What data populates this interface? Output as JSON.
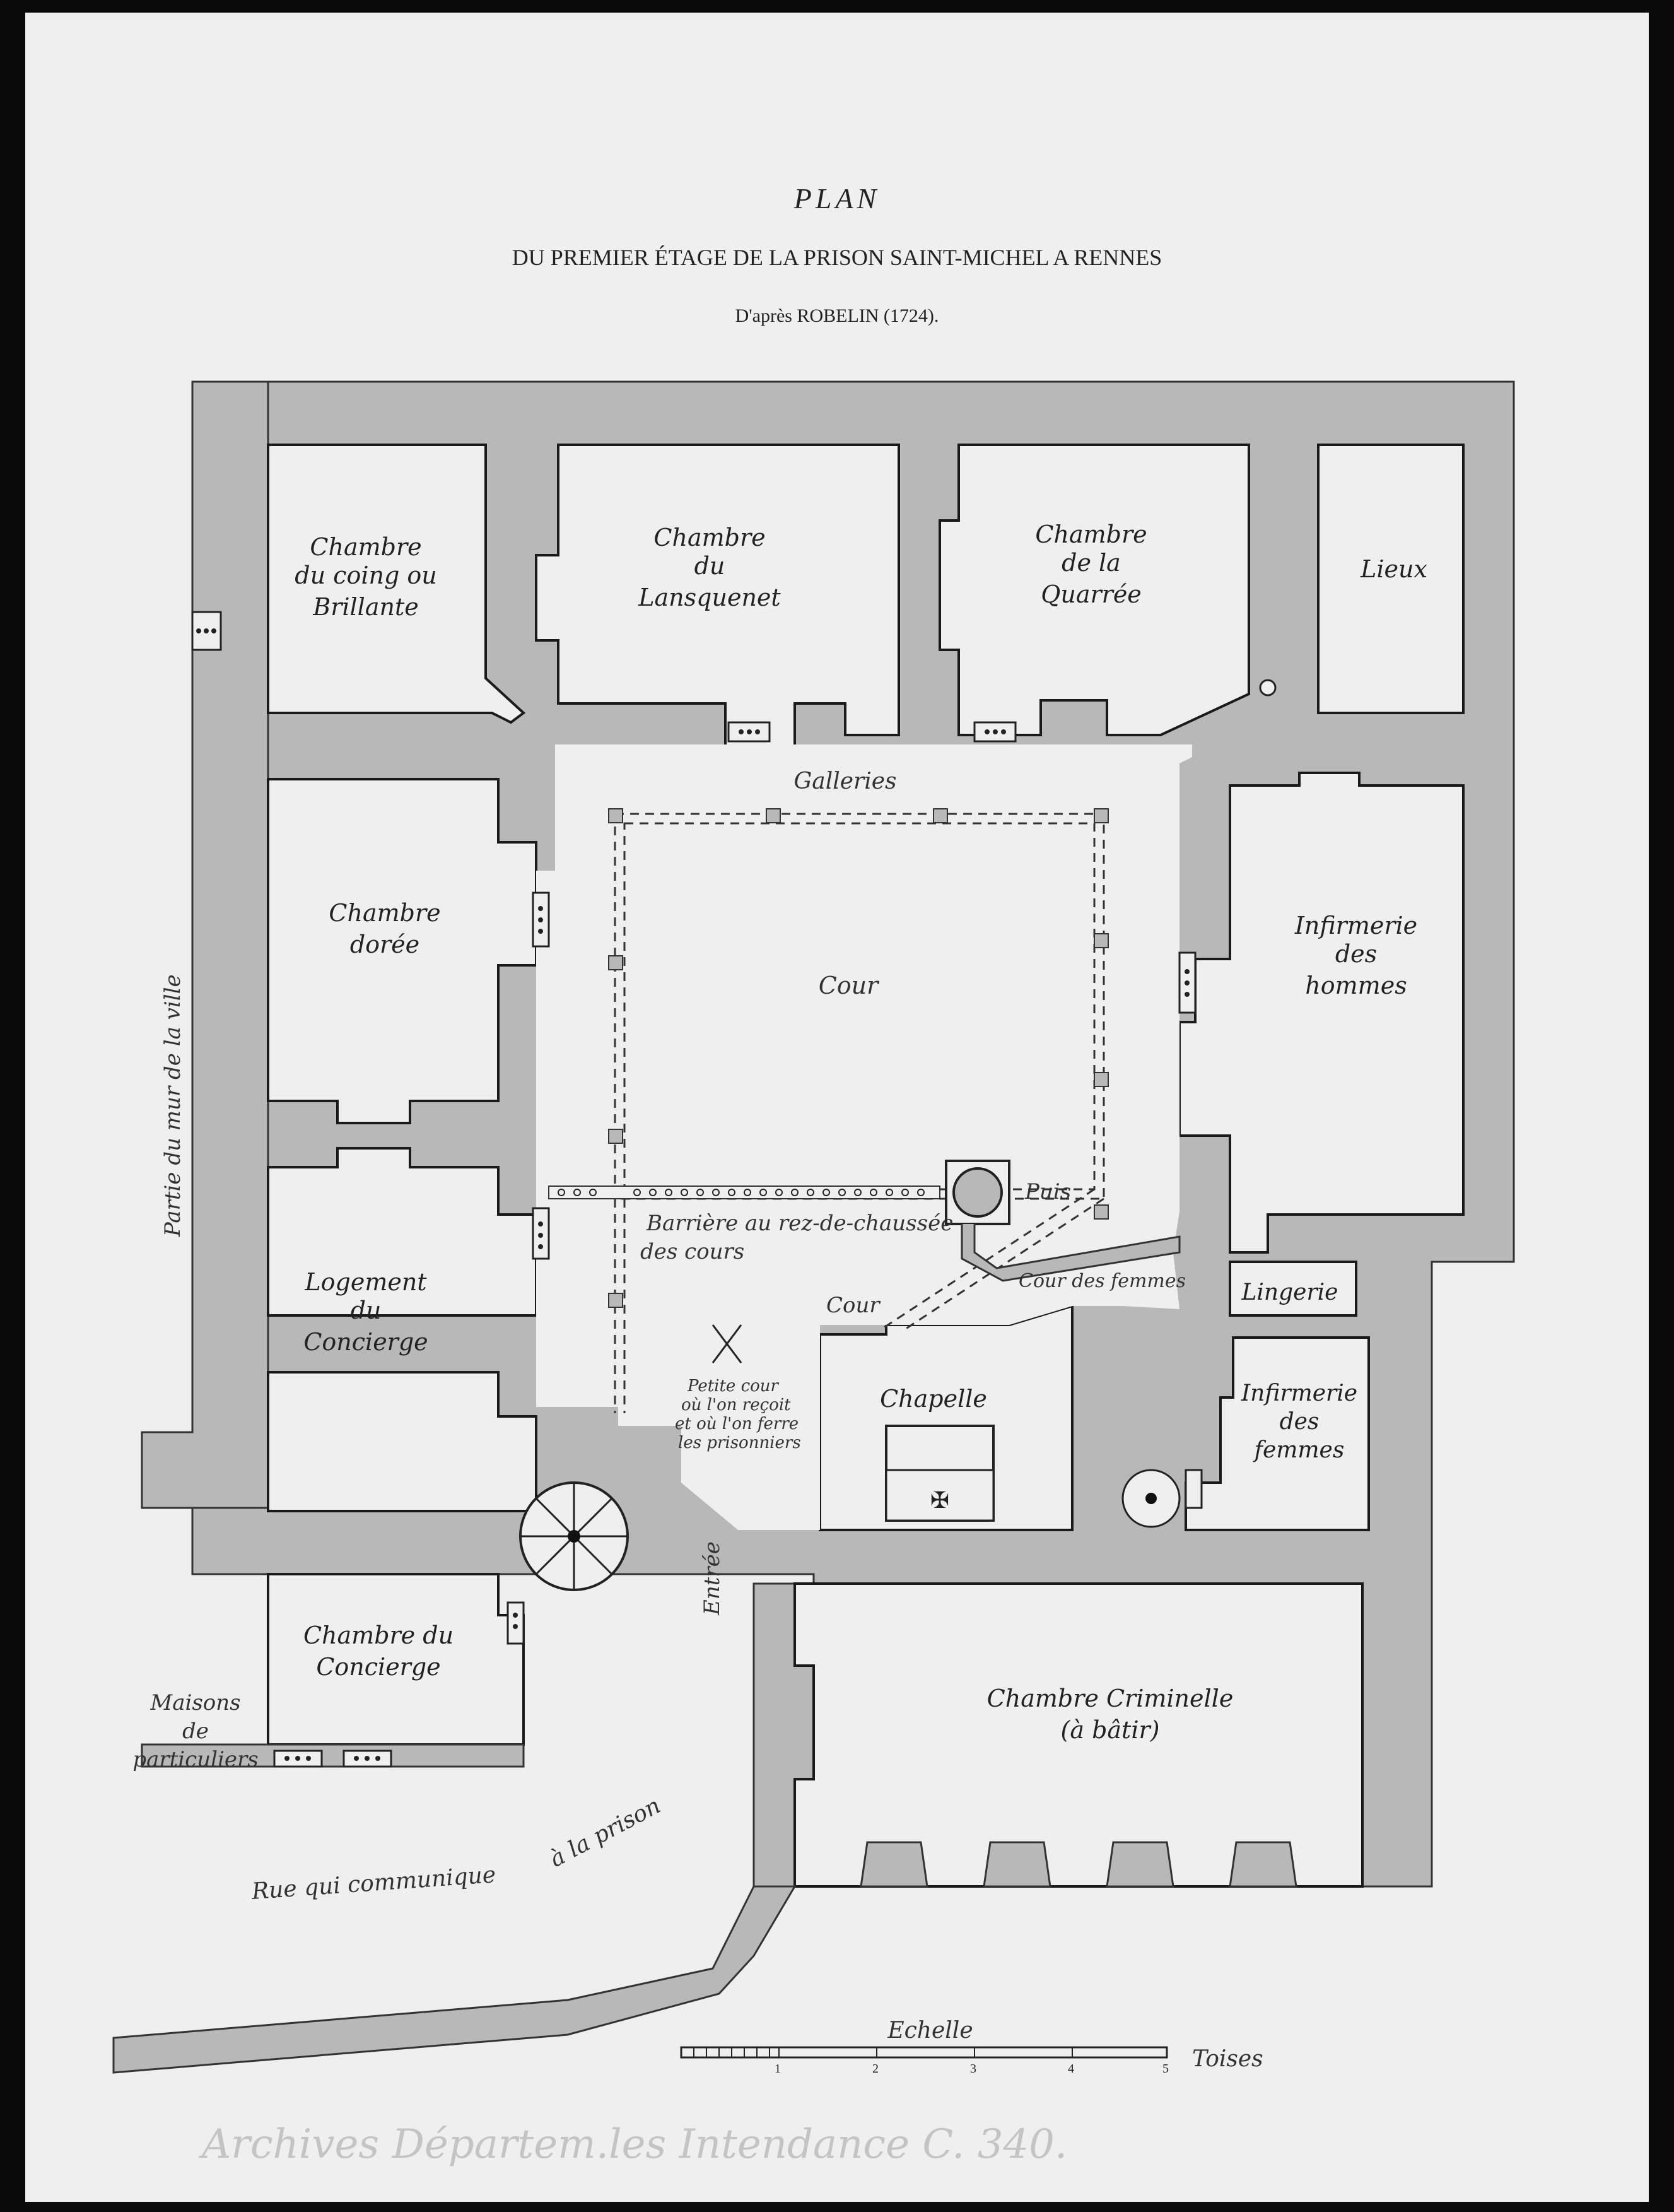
{
  "header": {
    "title": "PLAN",
    "subtitle": "DU PREMIER ÉTAGE DE LA PRISON SAINT-MICHEL A RENNES",
    "source": "D'après ROBELIN (1724)."
  },
  "rooms": {
    "coing": [
      "Chambre",
      "du coing ou",
      "Brillante"
    ],
    "lansquenet": [
      "Chambre",
      "du",
      "Lansquenet"
    ],
    "quarree": [
      "Chambre",
      "de la",
      "Quarrée"
    ],
    "lieux": "Lieux",
    "doree": [
      "Chambre",
      "dorée"
    ],
    "infirmerie_hommes": [
      "Infirmerie",
      "des",
      "hommes"
    ],
    "logement": [
      "Logement",
      "du",
      "Concierge"
    ],
    "chapelle": "Chapelle",
    "infirmerie_femmes": [
      "Infirmerie",
      "des",
      "femmes"
    ],
    "concierge": [
      "Chambre du",
      "Concierge"
    ],
    "criminelle": [
      "Chambre Criminelle",
      "(à bâtir)"
    ],
    "lingerie": "Lingerie"
  },
  "labels": {
    "galleries": "Galleries",
    "cour": "Cour",
    "puis": "Puis",
    "barriere": [
      "Barrière au rez-de-chaussée",
      "des cours"
    ],
    "cour_small": "Cour",
    "cour_femmes": "Cour des femmes",
    "petite_cour": [
      "Petite cour",
      "où l'on reçoit",
      "et où l'on ferre",
      "les prisonniers"
    ],
    "entree": "Entrée",
    "maisons": [
      "Maisons",
      "de",
      "particuliers"
    ],
    "rue": "Rue qui communique",
    "rue2": "à la prison",
    "mur": "Partie du mur de la ville"
  },
  "scale": {
    "title": "Echelle",
    "unit": "Toises",
    "ticks": [
      "1",
      "2",
      "3",
      "4",
      "5"
    ]
  },
  "archive_note": "Archives Départem.les Intendance C. 340.",
  "colors": {
    "wall": "#b8b8b8",
    "paper": "#efefef",
    "ink": "#1a1a1a",
    "frame": "#0a0a0a"
  }
}
